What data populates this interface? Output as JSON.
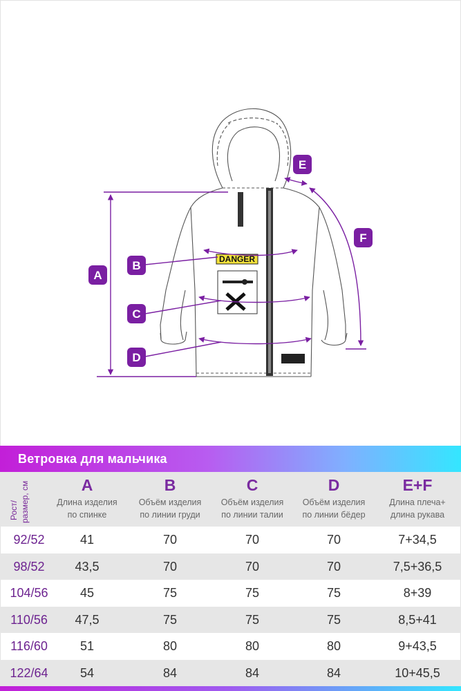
{
  "diagram": {
    "labels": [
      "A",
      "B",
      "C",
      "D",
      "E",
      "F"
    ],
    "patch_text": "DANGER",
    "accent": "#7a1fa2"
  },
  "title": "Ветровка для мальчика",
  "table": {
    "row_header": "Рост/\nразмер, см",
    "columns": [
      {
        "letter": "A",
        "desc": "Длина изделия\nпо спинке"
      },
      {
        "letter": "B",
        "desc": "Объём изделия\nпо линии груди"
      },
      {
        "letter": "C",
        "desc": "Объём изделия\nпо линии талии"
      },
      {
        "letter": "D",
        "desc": "Объём изделия\nпо линии бёдер"
      },
      {
        "letter": "E+F",
        "desc": "Длина плеча+\nдлина рукава"
      }
    ],
    "rows": [
      {
        "size": "92/52",
        "values": [
          "41",
          "70",
          "70",
          "70",
          "7+34,5"
        ]
      },
      {
        "size": "98/52",
        "values": [
          "43,5",
          "70",
          "70",
          "70",
          "7,5+36,5"
        ]
      },
      {
        "size": "104/56",
        "values": [
          "45",
          "75",
          "75",
          "75",
          "8+39"
        ]
      },
      {
        "size": "110/56",
        "values": [
          "47,5",
          "75",
          "75",
          "75",
          "8,5+41"
        ]
      },
      {
        "size": "116/60",
        "values": [
          "51",
          "80",
          "80",
          "80",
          "9+43,5"
        ]
      },
      {
        "size": "122/64",
        "values": [
          "54",
          "84",
          "84",
          "84",
          "10+45,5"
        ]
      }
    ]
  }
}
